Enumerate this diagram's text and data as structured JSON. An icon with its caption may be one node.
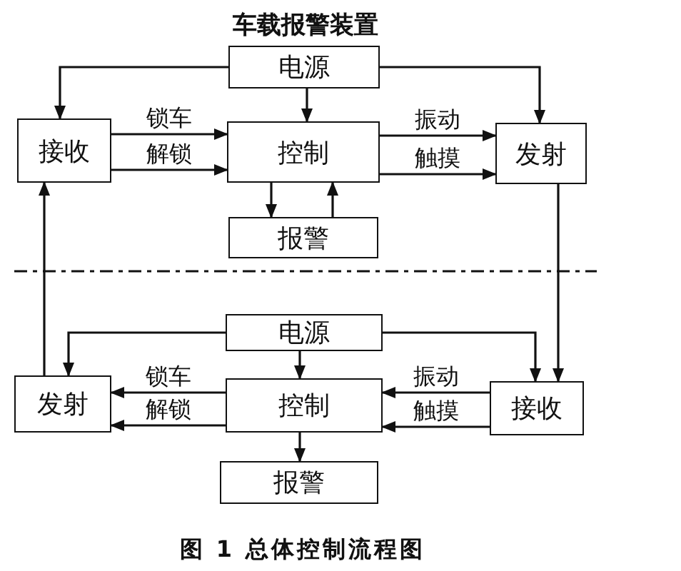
{
  "diagram": {
    "title": "车载报警装置",
    "caption": "图 1 总体控制流程图",
    "nodes": [
      {
        "text": [
          "电源"
        ]
      },
      {
        "text": [
          "接收"
        ]
      },
      {
        "text": [
          "控制"
        ]
      },
      {
        "text": [
          "发射"
        ]
      },
      {
        "text": [
          "报警"
        ]
      },
      {
        "text": [
          "电源"
        ]
      },
      {
        "text": [
          "发射"
        ]
      },
      {
        "text": [
          "控制"
        ]
      },
      {
        "text": [
          "接收"
        ]
      },
      {
        "text": [
          "报警"
        ]
      }
    ],
    "edges": [
      {
        "from": 0,
        "to": 1,
        "arrow": "to"
      },
      {
        "from": 0,
        "to": 2,
        "arrow": "to"
      },
      {
        "from": 0,
        "to": 3,
        "arrow": "to"
      },
      {
        "from": 1,
        "to": 2,
        "arrow": "to",
        "label": "锁车"
      },
      {
        "from": 1,
        "to": 2,
        "arrow": "to",
        "label": "解锁"
      },
      {
        "from": 2,
        "to": 3,
        "arrow": "to",
        "label": "振动"
      },
      {
        "from": 2,
        "to": 3,
        "arrow": "to",
        "label": "触摸"
      },
      {
        "from": 2,
        "to": 4,
        "arrow": "to"
      },
      {
        "from": 4,
        "to": 2,
        "arrow": "to"
      },
      {
        "from": 3,
        "to": 8,
        "arrow": "to"
      },
      {
        "from": 6,
        "to": 1,
        "arrow": "to"
      },
      {
        "from": 5,
        "to": 6,
        "arrow": "to"
      },
      {
        "from": 5,
        "to": 7,
        "arrow": "to"
      },
      {
        "from": 5,
        "to": 8,
        "arrow": "to"
      },
      {
        "from": 8,
        "to": 7,
        "arrow": "to",
        "label": "振动"
      },
      {
        "from": 8,
        "to": 7,
        "arrow": "to",
        "label": "触摸"
      },
      {
        "from": 7,
        "to": 6,
        "arrow": "to",
        "label": "锁车"
      },
      {
        "from": 7,
        "to": 6,
        "arrow": "to",
        "label": "解锁"
      },
      {
        "from": 7,
        "to": 9,
        "arrow": "to"
      }
    ]
  }
}
